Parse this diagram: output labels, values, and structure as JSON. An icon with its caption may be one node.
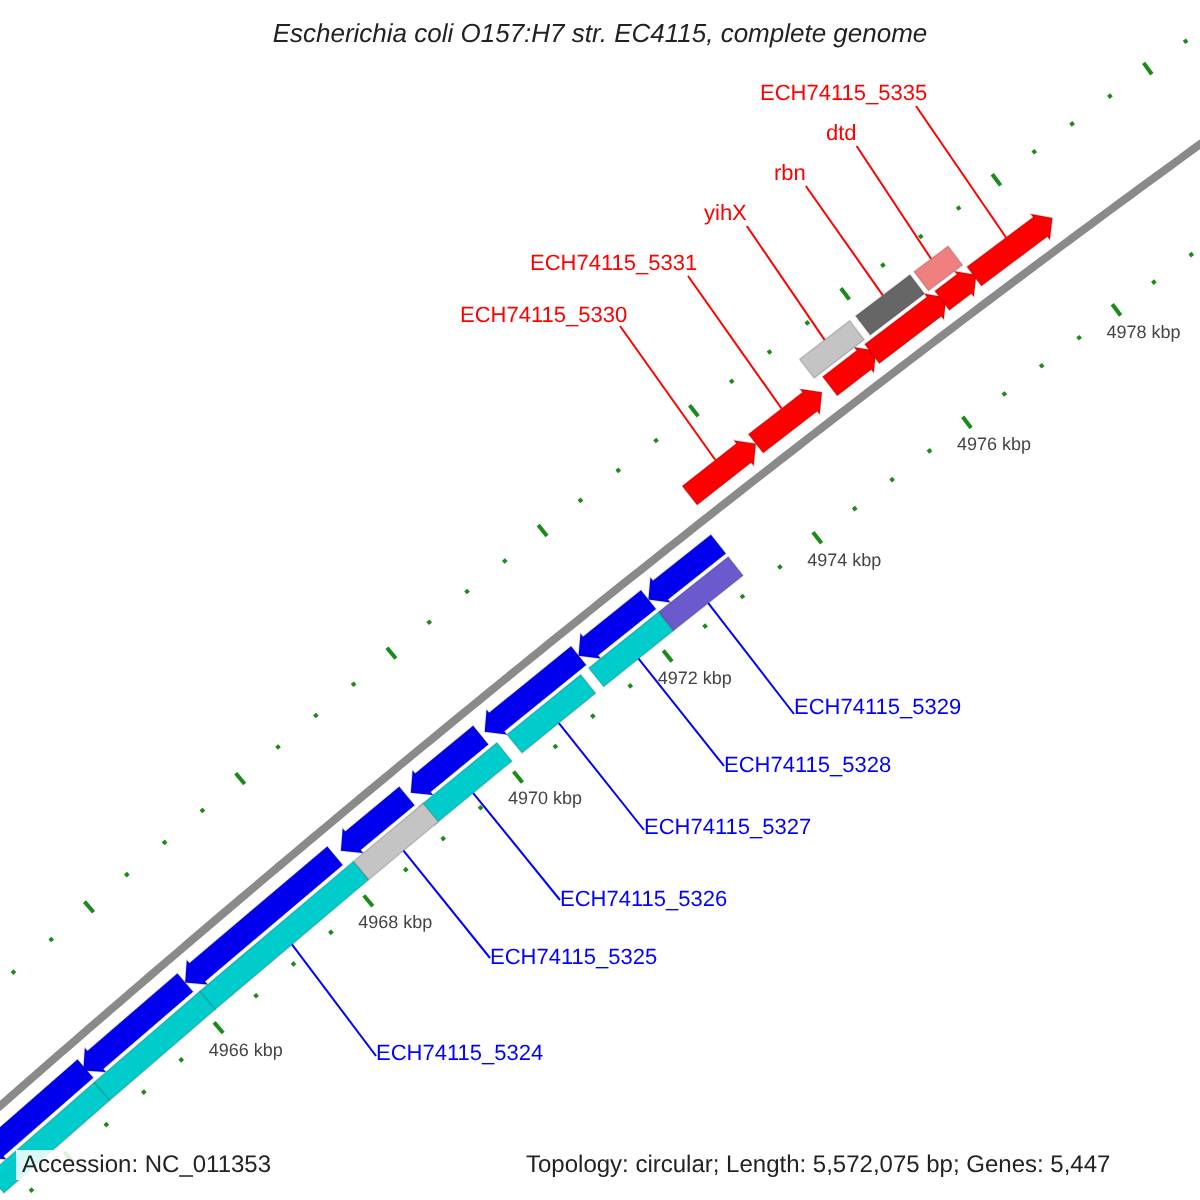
{
  "diagram": {
    "title": "Escherichia coli O157:H7 str. EC4115, complete genome",
    "nodes": [
      {
        "text": [
          "ECH74115_5335"
        ]
      },
      {
        "text": [
          "dtd"
        ]
      },
      {
        "text": [
          "rbn"
        ]
      },
      {
        "text": [
          "yihX"
        ]
      },
      {
        "text": [
          "ECH74115_5331"
        ]
      },
      {
        "text": [
          "ECH74115_5330"
        ]
      },
      {
        "text": [
          "ECH74115_5329"
        ]
      },
      {
        "text": [
          "ECH74115_5328"
        ]
      },
      {
        "text": [
          "ECH74115_5327"
        ]
      },
      {
        "text": [
          "ECH74115_5326"
        ]
      },
      {
        "text": [
          "ECH74115_5325"
        ]
      },
      {
        "text": [
          "ECH74115_5324"
        ]
      },
      {
        "text": [],
        "shape": "box"
      },
      {
        "text": [],
        "shape": "arrow"
      },
      {
        "text": [],
        "shape": "arrow"
      },
      {
        "text": [],
        "shape": "box"
      },
      {
        "text": [],
        "shape": "arrow"
      },
      {
        "text": [],
        "shape": "box"
      },
      {
        "text": [],
        "shape": "arrow"
      },
      {
        "text": [],
        "shape": "box"
      },
      {
        "text": [],
        "shape": "arrow"
      },
      {
        "text": [],
        "shape": "box"
      },
      {
        "text": [],
        "shape": "arrow"
      },
      {
        "text": [],
        "shape": "box"
      },
      {
        "text": [],
        "shape": "arrow"
      },
      {
        "text": [],
        "shape": "box"
      },
      {
        "text": [],
        "shape": "arrow"
      },
      {
        "text": [],
        "shape": "box"
      },
      {
        "text": [],
        "shape": "arrow"
      },
      {
        "text": [],
        "shape": "arrow"
      },
      {
        "text": [],
        "shape": "box"
      },
      {
        "text": [],
        "shape": "arrow"
      },
      {
        "text": [],
        "shape": "box"
      },
      {
        "text": [],
        "shape": "arrow"
      },
      {
        "text": [],
        "shape": "box"
      },
      {
        "text": [],
        "shape": "arrow"
      },
      {
        "text": [],
        "shape": "arrow"
      }
    ],
    "edges": [
      {
        "from": 0,
        "to": 36,
        "arrow": "none",
        "color": "#ff0000"
      },
      {
        "from": 1,
        "to": 34,
        "arrow": "none",
        "color": "#ff0000"
      },
      {
        "from": 2,
        "to": 32,
        "arrow": "none",
        "color": "#ff0000"
      },
      {
        "from": 3,
        "to": 30,
        "arrow": "none",
        "color": "#ff0000"
      },
      {
        "from": 4,
        "to": 29,
        "arrow": "none",
        "color": "#ff0000"
      },
      {
        "from": 5,
        "to": 28,
        "arrow": "none",
        "color": "#ff0000"
      },
      {
        "from": 6,
        "to": 27,
        "arrow": "none",
        "color": "#0000ff"
      },
      {
        "from": 7,
        "to": 25,
        "arrow": "none",
        "color": "#0000ff"
      },
      {
        "from": 8,
        "to": 23,
        "arrow": "none",
        "color": "#0000ff"
      },
      {
        "from": 9,
        "to": 21,
        "arrow": "none",
        "color": "#0000ff"
      },
      {
        "from": 10,
        "to": 19,
        "arrow": "none",
        "color": "#0000ff"
      },
      {
        "from": 11,
        "to": 17,
        "arrow": "none",
        "color": "#0000ff"
      }
    ],
    "labels": [
      "4978 kbp",
      "4976 kbp",
      "4974 kbp",
      "4972 kbp",
      "4970 kbp",
      "4968 kbp",
      "4966 kbp",
      "Accession: NC_011353",
      "Topology: circular; Length: 5,572,075 bp; Genes: 5,447"
    ]
  }
}
